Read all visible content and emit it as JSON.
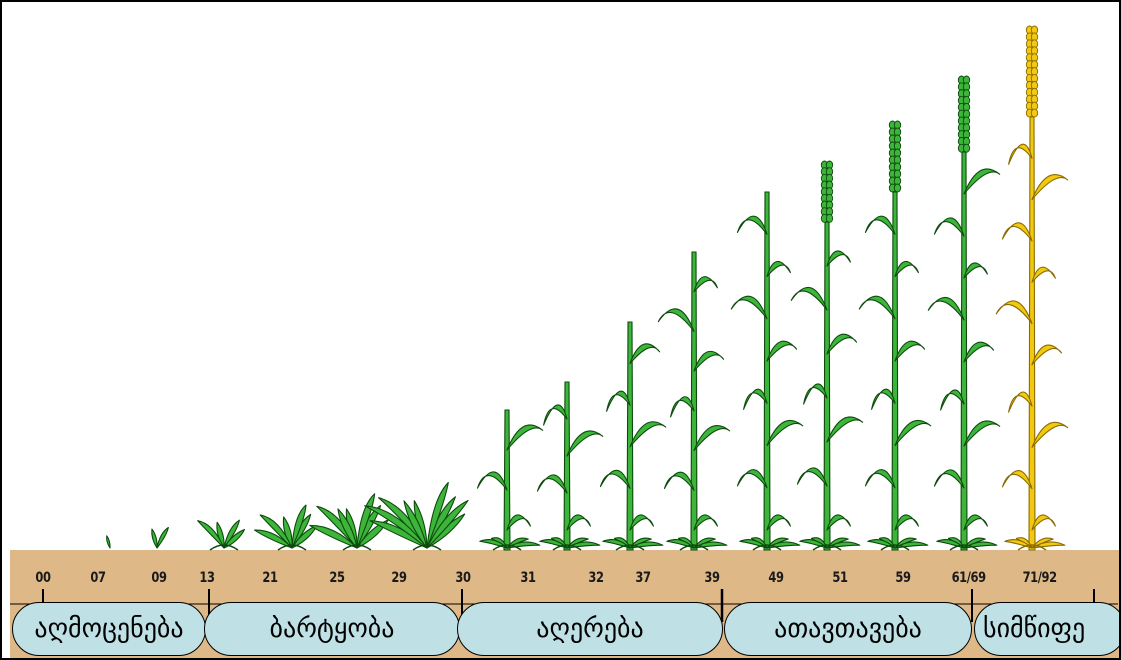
{
  "colors": {
    "green_plant": "#3db53a",
    "green_outline": "#0d4a0d",
    "ripe_plant": "#f2c811",
    "ripe_outline": "#8a6b00",
    "ground": "#deb887",
    "stage_fill": "#bfe1e6"
  },
  "growth_codes": [
    "00",
    "07",
    "09",
    "13",
    "21",
    "25",
    "29",
    "30",
    "31",
    "32",
    "37",
    "39",
    "49",
    "51",
    "59",
    "61/69",
    "71/92"
  ],
  "stages": [
    {
      "label": "აღმოცენება"
    },
    {
      "label": "ბარტყობა"
    },
    {
      "label": "აღერება"
    },
    {
      "label": "ათავთავება"
    },
    {
      "label": "სიმწიფე"
    }
  ]
}
